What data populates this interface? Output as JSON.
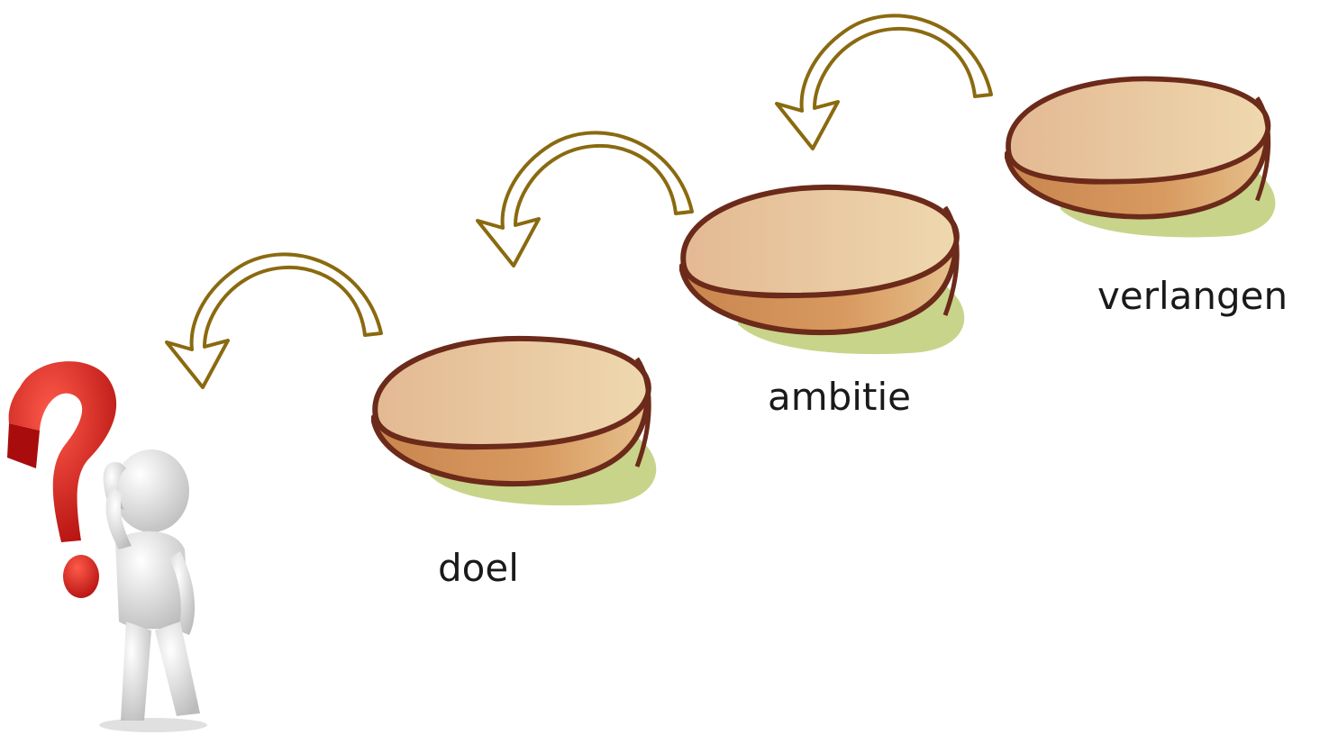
{
  "steps": [
    {
      "label": "doel"
    },
    {
      "label": "ambitie"
    },
    {
      "label": "verlangen"
    }
  ],
  "colors": {
    "stone_top": "#e9c9a3",
    "stone_side": "#d49a62",
    "stone_outline": "#6b2a1a",
    "shadow_green": "#c9d58a",
    "arrow_outline": "#8a6a10",
    "question_red": "#d81e1e",
    "figure_gray": "#e6e6e6"
  },
  "icons": [
    "question-mark-icon",
    "confused-person-icon",
    "curved-arrow-icon",
    "stepping-stone-icon"
  ]
}
